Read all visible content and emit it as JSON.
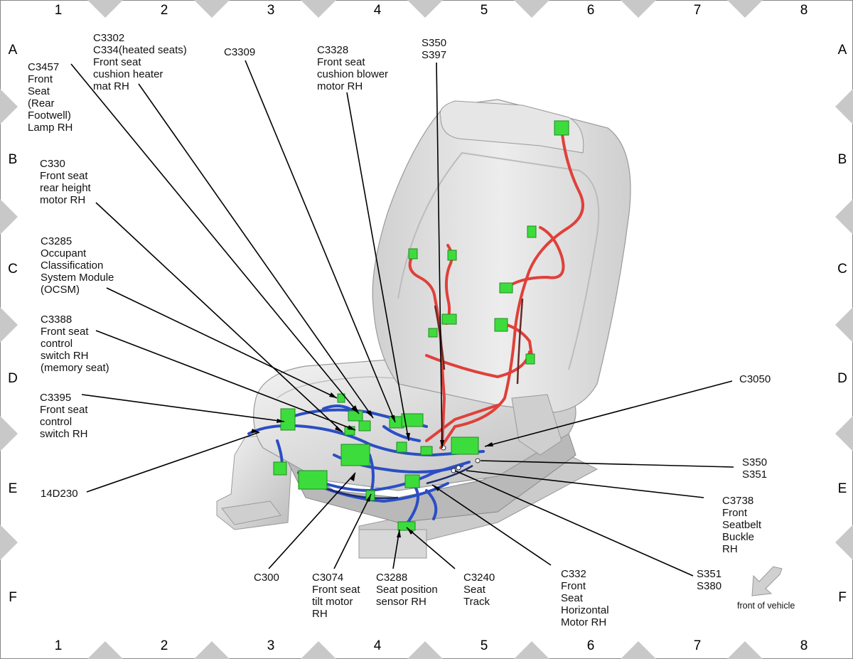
{
  "grid": {
    "columns": [
      "1",
      "2",
      "3",
      "4",
      "5",
      "6",
      "7",
      "8"
    ],
    "rows": [
      "A",
      "B",
      "C",
      "D",
      "E",
      "F"
    ]
  },
  "callouts": {
    "c3457": "C3457\nFront\nSeat\n(Rear\nFootwell)\nLamp RH",
    "c3302": "C3302\nC334(heated seats)\nFront seat\ncushion heater\nmat RH",
    "c3309": "C3309",
    "c3328": "C3328\nFront seat\ncushion blower\nmotor RH",
    "s350_s397": "S350\nS397",
    "c330": "C330\nFront seat\nrear height\nmotor RH",
    "c3285": "C3285\nOccupant\nClassification\nSystem Module\n(OCSM)",
    "c3388": "C3388\nFront seat\ncontrol\nswitch RH\n(memory seat)",
    "c3395": "C3395\nFront seat\ncontrol\nswitch RH",
    "14d230": "14D230",
    "c3050": "C3050",
    "s350_s351": "S350\nS351",
    "c3738": "C3738\nFront\nSeatbelt\nBuckle\nRH",
    "s351_s380": "S351\nS380",
    "c300": "C300",
    "c3074": "C3074\nFront seat\ntilt motor\nRH",
    "c3288": "C3288\nSeat position\nsensor RH",
    "c3240": "C3240\nSeat\nTrack",
    "c332": "C332\nFront\nSeat\nHorizontal\nMotor RH",
    "front_of_vehicle": "front of vehicle"
  },
  "colors": {
    "harness_seat_back": "#e0403a",
    "harness_cushion": "#2b4ec4",
    "connector": "#3ddc3d",
    "seat_body": "#dcdcdc",
    "grid_marker": "#c8c8c8"
  },
  "icons": [
    "front-of-vehicle-arrow-icon"
  ]
}
